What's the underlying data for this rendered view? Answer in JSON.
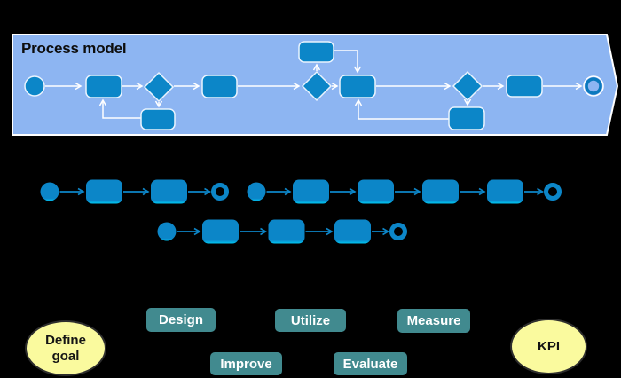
{
  "colors": {
    "background": "#000000",
    "banner_fill": "#8db5f2",
    "node_blue": "#0c86c8",
    "node_glow_cyan": "#00c8f4",
    "arrow_blue": "#0d86c8",
    "teal": "#418a8f",
    "yellow": "#fafa9e",
    "title_color": "#0d0d0d"
  },
  "process_model": {
    "title": "Process model",
    "node_counts": {
      "start_events": 1,
      "tasks": 7,
      "gateways": 3,
      "end_events": 1
    }
  },
  "event_log": {
    "traces": [
      {
        "task_count": 2
      },
      {
        "task_count": 4
      },
      {
        "task_count": 3
      }
    ]
  },
  "phases": {
    "design": "Design",
    "utilize": "Utilize",
    "measure": "Measure",
    "improve": "Improve",
    "evaluate": "Evaluate"
  },
  "ellipses": {
    "define_goal_line1": "Define",
    "define_goal_line2": "goal",
    "kpi": "KPI"
  }
}
